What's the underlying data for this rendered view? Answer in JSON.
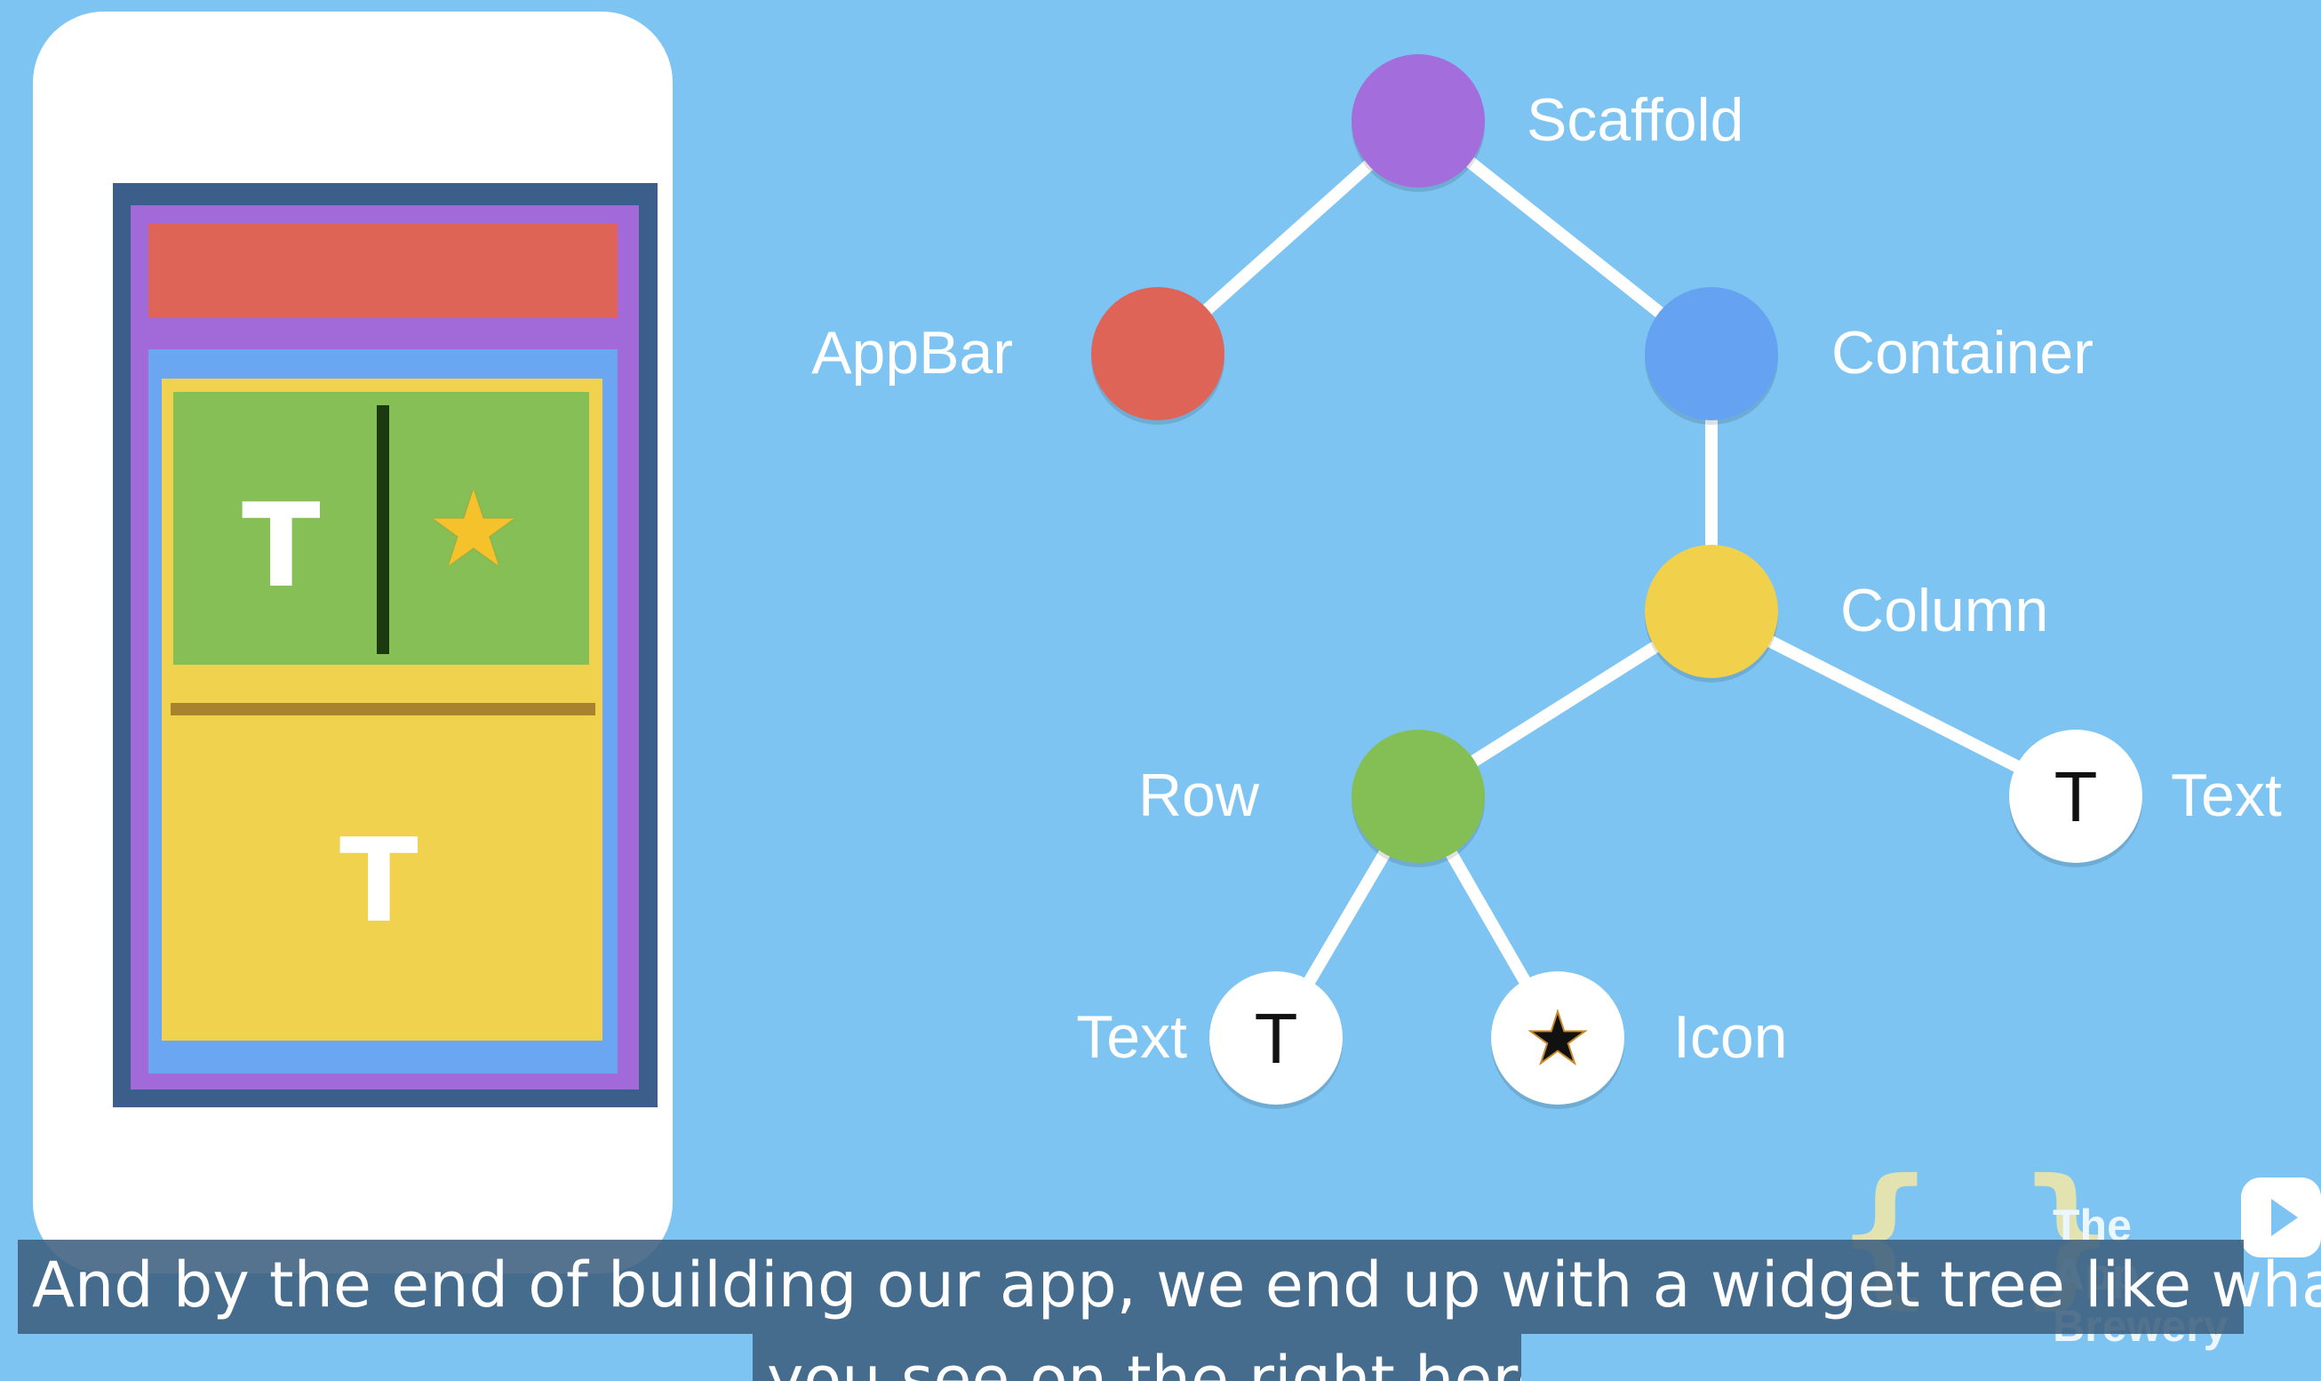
{
  "tree": {
    "nodes": [
      {
        "id": "scaffold",
        "label": "Scaffold",
        "color": "#a36ddb",
        "glyph": ""
      },
      {
        "id": "appbar",
        "label": "AppBar",
        "color": "#df6458",
        "glyph": ""
      },
      {
        "id": "container",
        "label": "Container",
        "color": "#65a3f2",
        "glyph": ""
      },
      {
        "id": "column",
        "label": "Column",
        "color": "#f1d04c",
        "glyph": ""
      },
      {
        "id": "row",
        "label": "Row",
        "color": "#84bf55",
        "glyph": ""
      },
      {
        "id": "text-right",
        "label": "Text",
        "color": "#ffffff",
        "glyph": "T"
      },
      {
        "id": "text-left",
        "label": "Text",
        "color": "#ffffff",
        "glyph": "T"
      },
      {
        "id": "icon",
        "label": "Icon",
        "color": "#ffffff",
        "glyph": "★"
      }
    ],
    "edges": [
      [
        "scaffold",
        "appbar"
      ],
      [
        "scaffold",
        "container"
      ],
      [
        "container",
        "column"
      ],
      [
        "column",
        "row"
      ],
      [
        "column",
        "text-right"
      ],
      [
        "row",
        "text-left"
      ],
      [
        "row",
        "icon"
      ]
    ]
  },
  "mockup": {
    "row_text_glyph": "T",
    "row_icon_glyph": "★",
    "column_text_glyph": "T"
  },
  "watermark": {
    "line1": "The",
    "line2": "App Brewery",
    "braces": "{ }"
  },
  "subtitle": {
    "line1": "And by the end of building our app, we end up with a widget tree like what",
    "line2": "you see on the right here"
  },
  "colors": {
    "background": "#7ec4f2",
    "scaffold": "#a16ad8",
    "appbar": "#df6458",
    "container": "#6aa6f2",
    "column": "#f0d24f",
    "row": "#85bf56"
  }
}
